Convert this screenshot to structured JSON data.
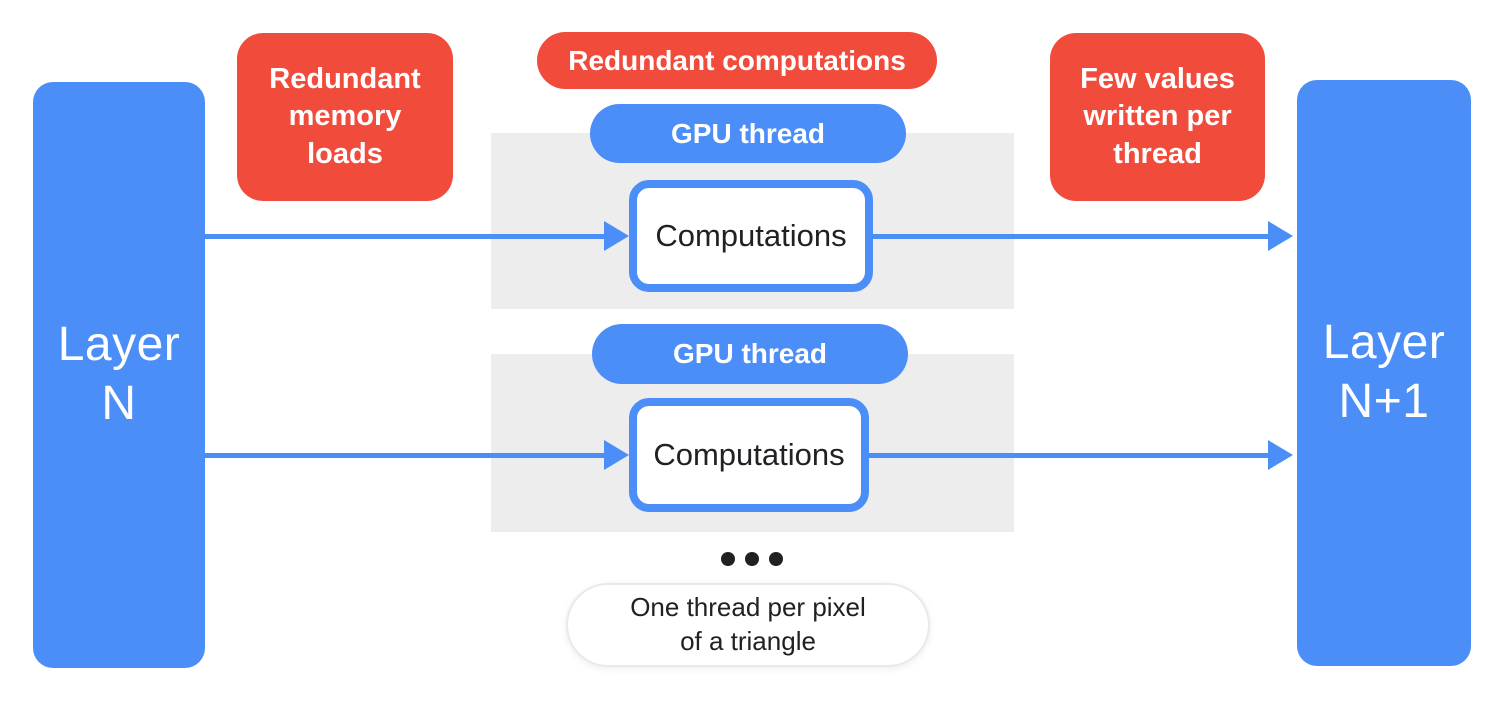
{
  "colors": {
    "blue": "#4b8ef7",
    "red": "#f14b3c",
    "gray": "#ededee",
    "dark": "#202124",
    "pill_border": "#e9e9e9",
    "white": "#ffffff"
  },
  "layers": {
    "left": {
      "label": "Layer\nN"
    },
    "right": {
      "label": "Layer\nN+1"
    }
  },
  "annotations": {
    "memory": {
      "label": "Redundant\nmemory\nloads"
    },
    "computations": {
      "label": "Redundant computations"
    },
    "writes": {
      "label": "Few values\nwritten per\nthread"
    }
  },
  "threads": [
    {
      "pill": "GPU thread",
      "box": "Computations"
    },
    {
      "pill": "GPU thread",
      "box": "Computations"
    }
  ],
  "ellipsis_icon": "three-dots",
  "footnote": {
    "label": "One thread per pixel\nof a triangle"
  }
}
